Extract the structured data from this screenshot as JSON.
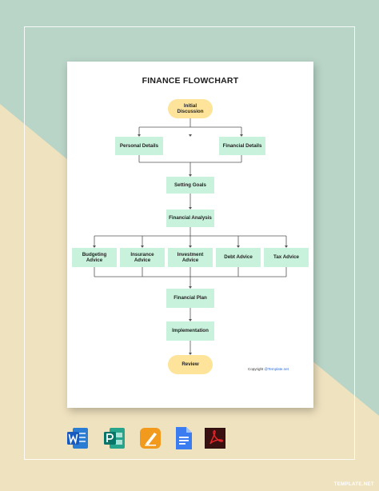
{
  "title": "FINANCE FLOWCHART",
  "nodes": {
    "initial": "Initial\nDiscussion",
    "personal": "Personal Details",
    "financial_details": "Financial Details",
    "goals": "Setting Goals",
    "analysis": "Financial Analysis",
    "budget": "Budgeting\nAdvice",
    "insurance": "Insurance\nAdvice",
    "investment": "Investment\nAdvice",
    "debt": "Debt Advice",
    "tax": "Tax Advice",
    "plan": "Financial Plan",
    "implementation": "Implementation",
    "review": "Review"
  },
  "copyright": {
    "prefix": "Copyright ",
    "link": "@Template.net"
  },
  "watermark": "TEMPLATE.NET",
  "icons": [
    "word-icon",
    "publisher-icon",
    "pages-icon",
    "google-docs-icon",
    "pdf-icon"
  ],
  "colors": {
    "process": "#c9f2dc",
    "terminal": "#fde49a",
    "bg_green": "#b9d5c8",
    "bg_beige": "#efe2bf"
  }
}
